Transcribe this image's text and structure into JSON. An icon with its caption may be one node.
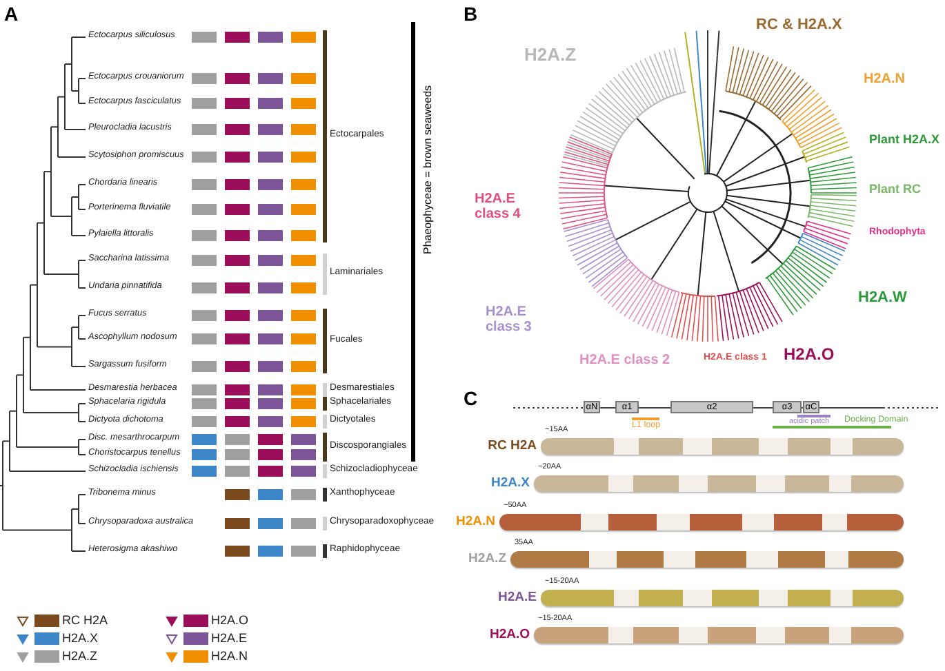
{
  "diagram": {
    "nodes": [
      {
        "text": [
          "αN"
        ]
      },
      {
        "text": [
          "α1"
        ]
      },
      {
        "text": [
          "α2"
        ]
      },
      {
        "text": [
          "α3"
        ]
      },
      {
        "text": [
          "αC"
        ]
      },
      {
        "text": [
          "RC H2A",
          "~15AA"
        ]
      },
      {
        "text": [
          "H2A.X",
          "~20AA"
        ]
      },
      {
        "text": [
          "H2A.N",
          "~50AA"
        ]
      },
      {
        "text": [
          "H2A.Z",
          "35AA"
        ]
      },
      {
        "text": [
          "H2A.E",
          "~15-20AA"
        ]
      },
      {
        "text": [
          "H2A.O",
          "~15-20AA"
        ]
      }
    ],
    "labels": [
      "A",
      "Ectocarpus siliculosus",
      "Ectocarpus crouaniorum",
      "Ectocarpus fasciculatus",
      "Pleurocladia lacustris",
      "Scytosiphon promiscuus",
      "Chordaria linearis",
      "Porterinema fluviatile",
      "Pylaiella littoralis",
      "Saccharina latissima",
      "Undaria pinnatifida",
      "Fucus serratus",
      "Ascophyllum nodosum",
      "Sargassum fusiform",
      "Desmarestia herbacea",
      "Sphacelaria rigidula",
      "Dictyota dichotoma",
      "Disc. mesarthrocarpum",
      "Choristocarpus tenellus",
      "Schizocladia ischiensis",
      "Tribonema minus",
      "Chrysoparadoxa australica",
      "Heterosigma akashiwo",
      "Ectocarpales",
      "Laminariales",
      "Fucales",
      "Desmarestiales",
      "Sphacelariales",
      "Dictyotales",
      "Discosporangiales",
      "Schizocladiophyceae",
      "Xanthophyceae",
      "Chrysoparadoxophyceae",
      "Raphidophyceae",
      "Phaeophyceae = brown seaweeds",
      "B",
      "H2A.Z",
      "RC & H2A.X",
      "H2A.N",
      "Plant H2A.X",
      "Plant RC",
      "Rhodophyta",
      "H2A.W",
      "H2A.O",
      "H2A.E class 1",
      "H2A.E class 2",
      "H2A.E class 3",
      "H2A.E class 4",
      "C",
      "L1 loop",
      "acidic patch",
      "Docking Domain"
    ],
    "legend": [
      {
        "text": "RC H2A",
        "color": "#7a4a1e"
      },
      {
        "text": "H2A.X",
        "color": "#3d87c9"
      },
      {
        "text": "H2A.Z",
        "color": "#a0a0a0"
      },
      {
        "text": "H2A.O",
        "color": "#9b0f5a"
      },
      {
        "text": "H2A.E",
        "color": "#7b5597"
      },
      {
        "text": "H2A.N",
        "color": "#f09000"
      }
    ]
  }
}
